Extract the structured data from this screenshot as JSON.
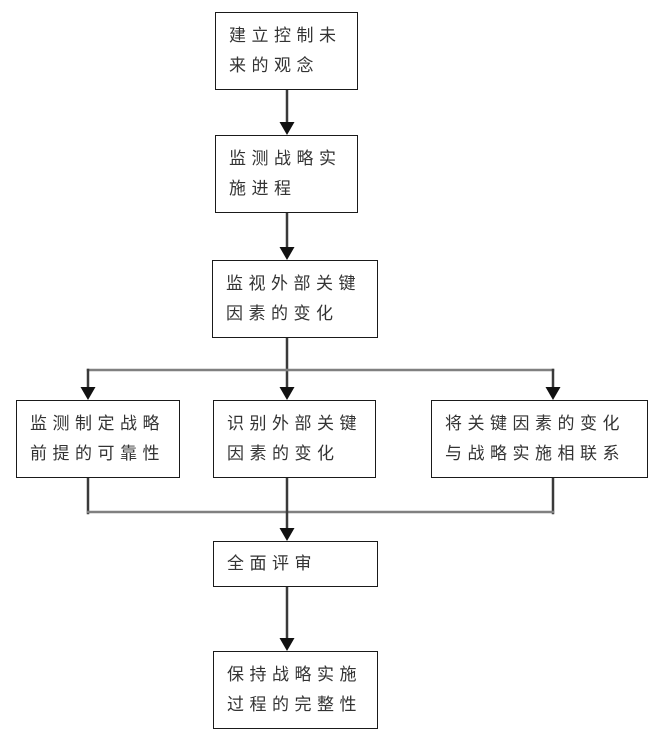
{
  "nodes": [
    {
      "id": "establish-future-control-concept",
      "lines": [
        "建立控制未",
        "来的观念"
      ]
    },
    {
      "id": "monitor-strategy-implementation-progress",
      "lines": [
        "监测战略实",
        "施进程"
      ]
    },
    {
      "id": "monitor-external-key-factor-changes",
      "lines": [
        "监视外部关键",
        "因素的变化"
      ]
    },
    {
      "id": "monitor-strategy-premise-reliability",
      "lines": [
        "监测制定战略",
        "前提的可靠性"
      ]
    },
    {
      "id": "identify-external-key-factor-changes",
      "lines": [
        "识别外部关键",
        "因素的变化"
      ]
    },
    {
      "id": "link-key-factor-changes-to-implementation",
      "lines": [
        "将关键因素的变化",
        "与战略实施相联系"
      ]
    },
    {
      "id": "comprehensive-review",
      "lines": [
        "全面评审"
      ]
    },
    {
      "id": "maintain-implementation-process-integrity",
      "lines": [
        "保持战略实施",
        "过程的完整性"
      ]
    }
  ],
  "colors": {
    "background": "#ffffff",
    "box_fill": "#ffffff",
    "box_border": "#1a1a1a",
    "text": "#333333",
    "line_dark": "#3a3a3a",
    "line_gray": "#808080",
    "arrowhead": "#111111"
  }
}
